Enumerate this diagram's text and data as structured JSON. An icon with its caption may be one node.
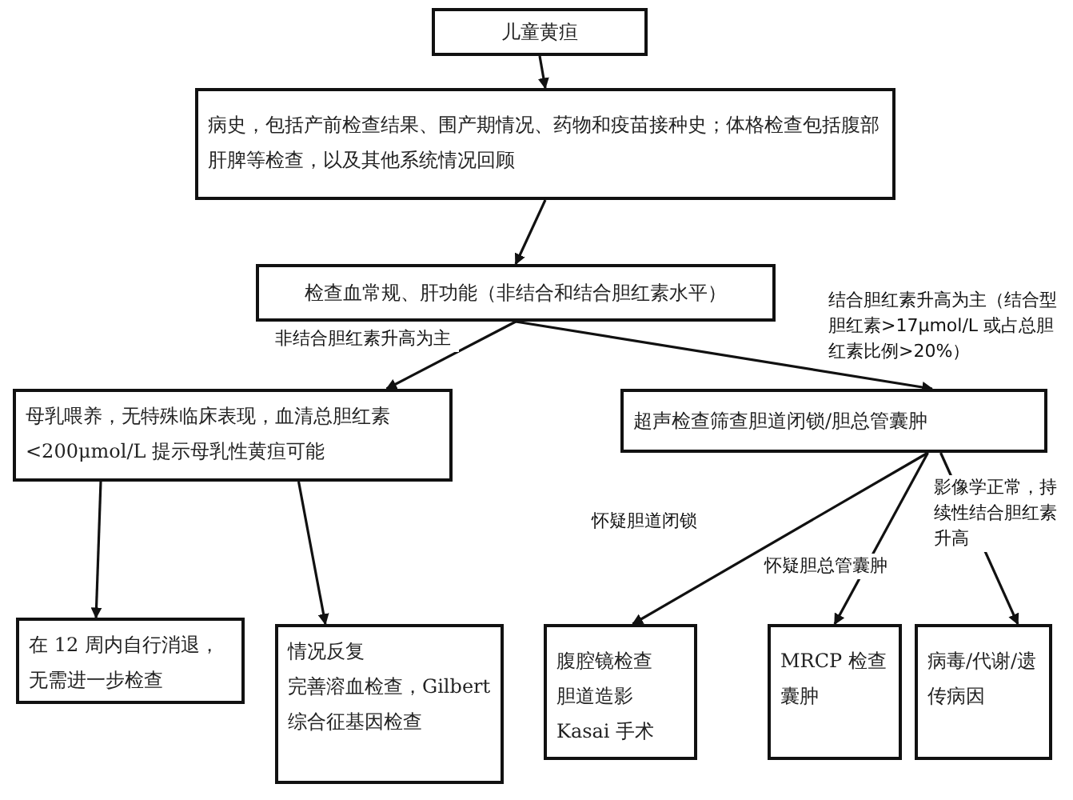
{
  "diagram": {
    "nodes": [
      {
        "text": [
          "儿童黄疸"
        ]
      },
      {
        "text": [
          "病史，包括产前检查结果、围产期情况、药物和疫苗接种史；体格检查包括腹部肝脾等检查，以及其他系统情况回顾"
        ]
      },
      {
        "text": [
          "检查血常规、肝功能（非结合和结合胆红素水平）"
        ]
      },
      {
        "text": [
          "母乳喂养，无特殊临床表现，血清总胆红素<200μmol/L 提示母乳性黄疸可能"
        ]
      },
      {
        "text": [
          "超声检查筛查胆道闭锁/胆总管囊肿"
        ]
      },
      {
        "text": [
          "在 12 周内自行消退，无需进一步检查"
        ]
      },
      {
        "text": [
          "情况反复",
          "完善溶血检查，Gilbert 综合征基因检查"
        ]
      },
      {
        "text": [
          "腹腔镜检查",
          "胆道造影",
          "Kasai 手术"
        ]
      },
      {
        "text": [
          "MRCP 检查囊肿"
        ]
      },
      {
        "text": [
          "病毒/代谢/遗传病因"
        ]
      }
    ],
    "edges": [
      {
        "from": 0,
        "to": 1,
        "arrow": "to"
      },
      {
        "from": 1,
        "to": 2,
        "arrow": "to"
      },
      {
        "from": 2,
        "to": 3,
        "arrow": "to",
        "label": "非结合胆红素升高为主"
      },
      {
        "from": 2,
        "to": 4,
        "arrow": "to",
        "label": "结合胆红素升高为主（结合型胆红素>17μmol/L 或占总胆红素比例>20%）"
      },
      {
        "from": 3,
        "to": 5,
        "arrow": "to"
      },
      {
        "from": 3,
        "to": 6,
        "arrow": "to"
      },
      {
        "from": 4,
        "to": 7,
        "arrow": "to",
        "label": "怀疑胆道闭锁"
      },
      {
        "from": 4,
        "to": 8,
        "arrow": "to",
        "label": "怀疑胆总管囊肿"
      },
      {
        "from": 4,
        "to": 9,
        "arrow": "to",
        "label": "影像学正常，持续性结合胆红素升高"
      }
    ]
  }
}
